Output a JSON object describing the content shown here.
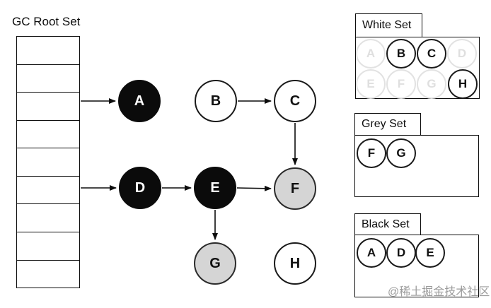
{
  "diagram": {
    "root_set_label": "GC Root Set",
    "root_set_rows": 9,
    "nodes": [
      {
        "id": "A",
        "label": "A",
        "color": "black"
      },
      {
        "id": "B",
        "label": "B",
        "color": "white"
      },
      {
        "id": "C",
        "label": "C",
        "color": "white"
      },
      {
        "id": "D",
        "label": "D",
        "color": "black"
      },
      {
        "id": "E",
        "label": "E",
        "color": "black"
      },
      {
        "id": "F",
        "label": "F",
        "color": "grey"
      },
      {
        "id": "G",
        "label": "G",
        "color": "grey"
      },
      {
        "id": "H",
        "label": "H",
        "color": "white"
      }
    ],
    "edges": [
      {
        "from": "GC Root Set",
        "to": "A"
      },
      {
        "from": "GC Root Set",
        "to": "D"
      },
      {
        "from": "B",
        "to": "C"
      },
      {
        "from": "C",
        "to": "F"
      },
      {
        "from": "D",
        "to": "E"
      },
      {
        "from": "E",
        "to": "F"
      },
      {
        "from": "E",
        "to": "G"
      }
    ]
  },
  "panels": [
    {
      "title": "White Set",
      "members": [
        {
          "label": "A",
          "state": "ghost"
        },
        {
          "label": "B",
          "state": "solid"
        },
        {
          "label": "C",
          "state": "solid"
        },
        {
          "label": "D",
          "state": "ghost"
        },
        {
          "label": "E",
          "state": "ghost"
        },
        {
          "label": "F",
          "state": "ghost"
        },
        {
          "label": "G",
          "state": "ghost"
        },
        {
          "label": "H",
          "state": "solid"
        }
      ]
    },
    {
      "title": "Grey Set",
      "members": [
        {
          "label": "F",
          "state": "solid"
        },
        {
          "label": "G",
          "state": "solid"
        }
      ]
    },
    {
      "title": "Black Set",
      "members": [
        {
          "label": "A",
          "state": "solid"
        },
        {
          "label": "D",
          "state": "solid"
        },
        {
          "label": "E",
          "state": "solid"
        }
      ]
    }
  ],
  "watermark": {
    "text": "@稀土掘金技术社区"
  },
  "colors": {
    "node_black": "#0b0b0b",
    "node_grey": "#d5d5d5",
    "node_white": "#ffffff",
    "ghost_grey": "#e2e2e2",
    "stroke": "#0d0d0d",
    "watermark_grey": "#9b9b9b"
  }
}
